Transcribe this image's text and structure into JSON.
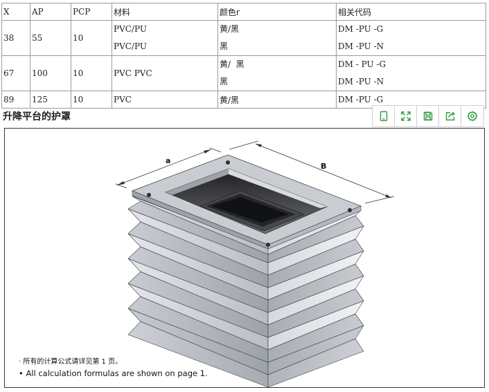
{
  "table": {
    "headers": [
      "X",
      "AP",
      "PCP",
      "材料",
      "颜色r",
      "相关代码"
    ],
    "rows": [
      {
        "x": "38",
        "ap": "55",
        "pcp": "10",
        "material": [
          "PVC/PU",
          "PVC/PU"
        ],
        "color": [
          "黄/黑",
          "黑"
        ],
        "code": [
          "DM -PU -G",
          "DM -PU -N"
        ]
      },
      {
        "x": "67",
        "ap": "100",
        "pcp": "10",
        "material": [
          "PVC PVC"
        ],
        "color": [
          "黄/  黑",
          "黑"
        ],
        "code": [
          "DM - PU -G",
          "DM -PU -N"
        ]
      },
      {
        "x": "89",
        "ap": "125",
        "pcp": "10",
        "material": [
          "PVC"
        ],
        "color": [
          "黄/黑"
        ],
        "code": [
          "DM -PU -G"
        ]
      }
    ]
  },
  "section": {
    "title": "升降平台的护罩"
  },
  "toolbar": {
    "buttons": [
      "tablet-icon",
      "expand-icon",
      "save-icon",
      "share-icon",
      "settings-icon"
    ],
    "accent": "#2e9a3e"
  },
  "figure": {
    "dim_a": "a",
    "dim_b": "B",
    "note_cn": "· 所有的计算公式请详见第 1 页。",
    "note_en": "• All calculation formulas are shown on page 1."
  }
}
